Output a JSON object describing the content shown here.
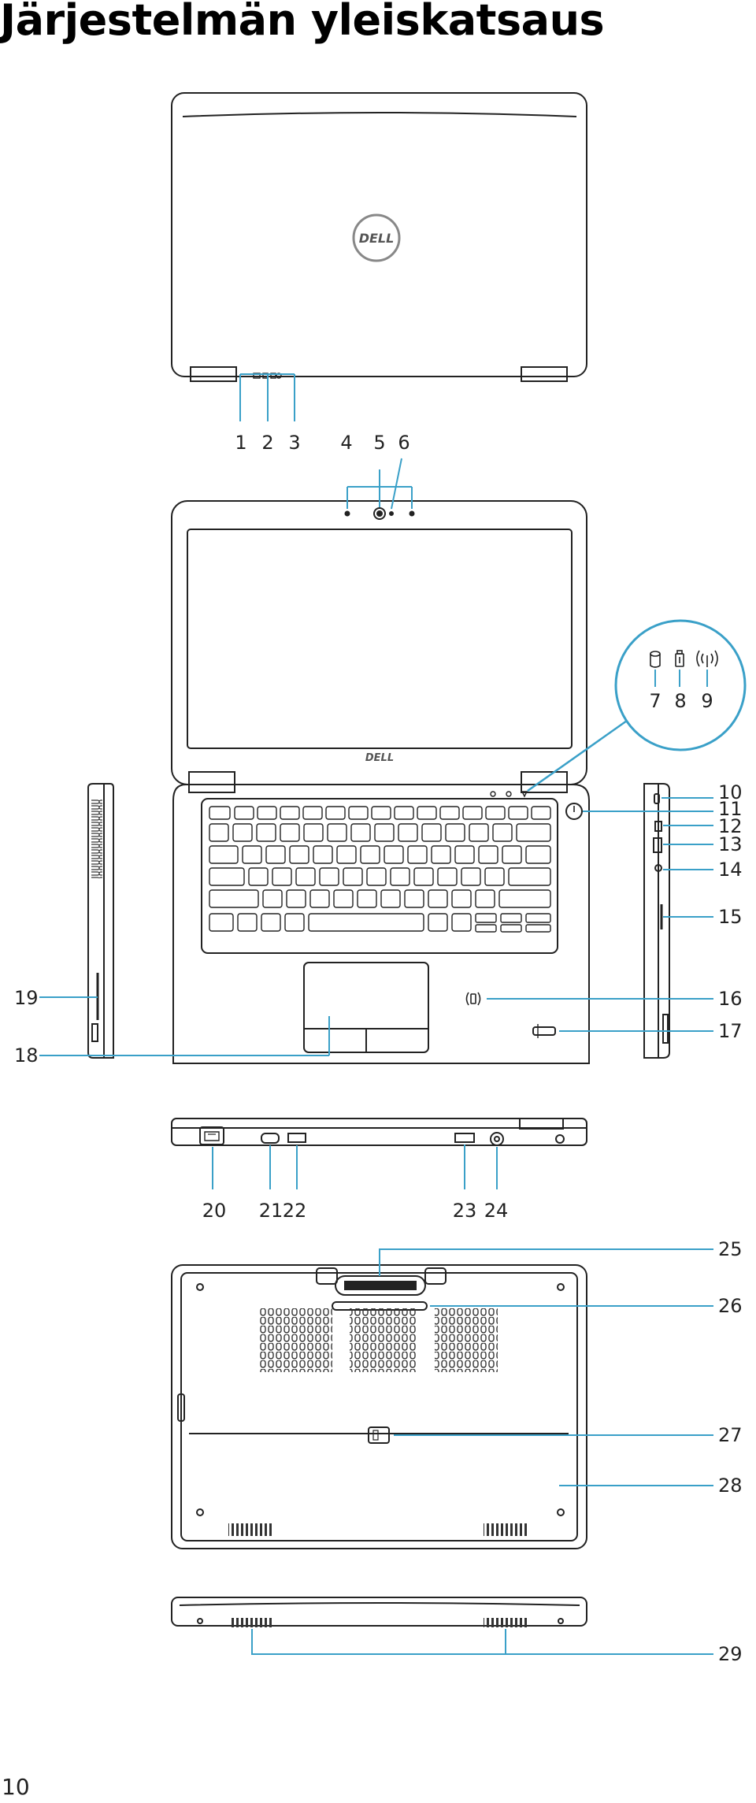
{
  "title": "Järjestelmän yleiskatsaus",
  "page_number": "10",
  "brand_label": "DELL",
  "colors": {
    "callout_line": "#3aa0c8",
    "outline": "#222222",
    "background": "#ffffff"
  },
  "callouts": [
    "1",
    "2",
    "3",
    "4",
    "5",
    "6",
    "7",
    "8",
    "9",
    "10",
    "11",
    "12",
    "13",
    "14",
    "15",
    "16",
    "17",
    "18",
    "19",
    "20",
    "21",
    "22",
    "23",
    "24",
    "25",
    "26",
    "27",
    "28",
    "29"
  ],
  "icons": {
    "hdd_status": "hard-drive-icon",
    "battery_status": "battery-icon",
    "wireless_status": "wireless-icon",
    "power_button": "power-icon",
    "nfc_reader": "nfc-icon",
    "fingerprint_reader": "fingerprint-icon",
    "network_port": "network-port-icon"
  }
}
